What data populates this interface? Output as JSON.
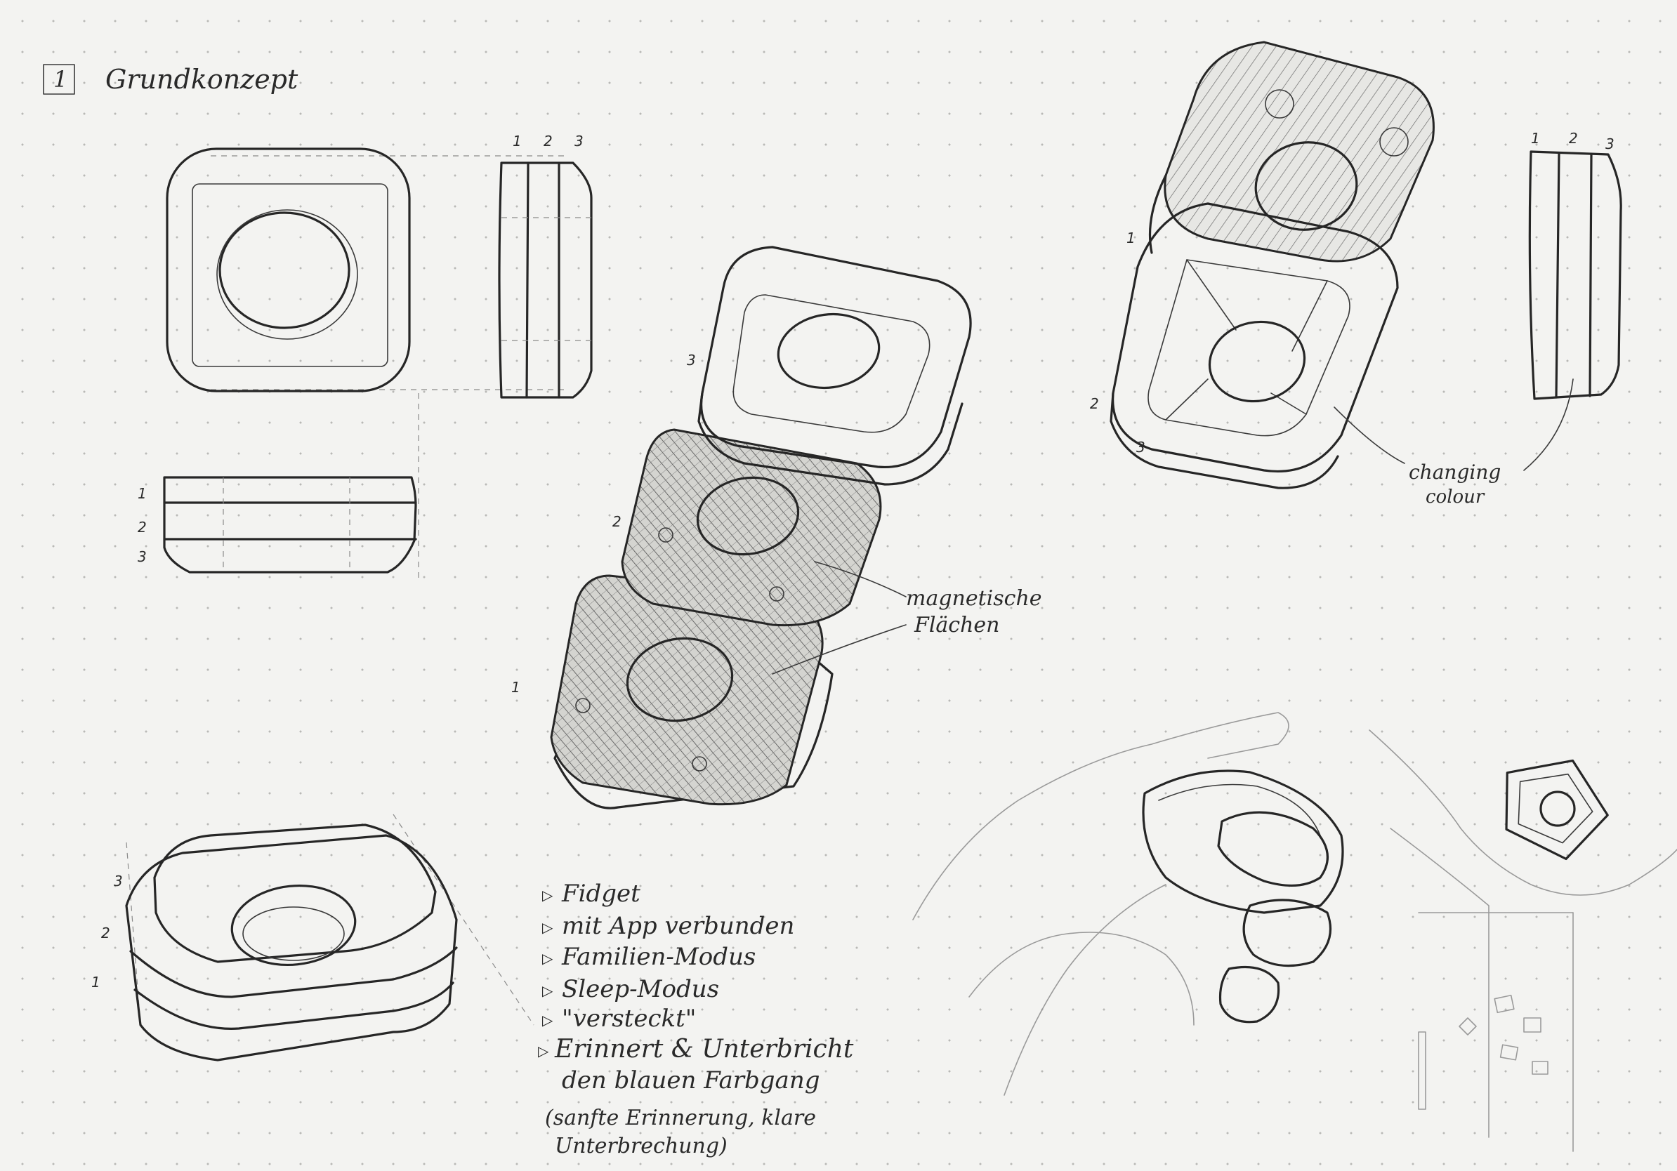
{
  "page": {
    "section_number": "1",
    "section_title": "Grundkonzept"
  },
  "labels": {
    "layer_1": "1",
    "layer_2": "2",
    "layer_3": "3",
    "magnetic_line1": "magnetische",
    "magnetic_line2": "Flächen",
    "colour_line1": "changing",
    "colour_line2": "colour"
  },
  "notes": {
    "items": [
      "Fidget",
      "mit App verbunden",
      "Familien-Modus",
      "Sleep-Modus",
      "\"versteckt\"",
      "Erinnert & Unterbricht"
    ],
    "continuation": "den blauen Farbgang",
    "aside_line1": "(sanfte Erinnerung, klare",
    "aside_line2": "Unterbrechung)"
  }
}
